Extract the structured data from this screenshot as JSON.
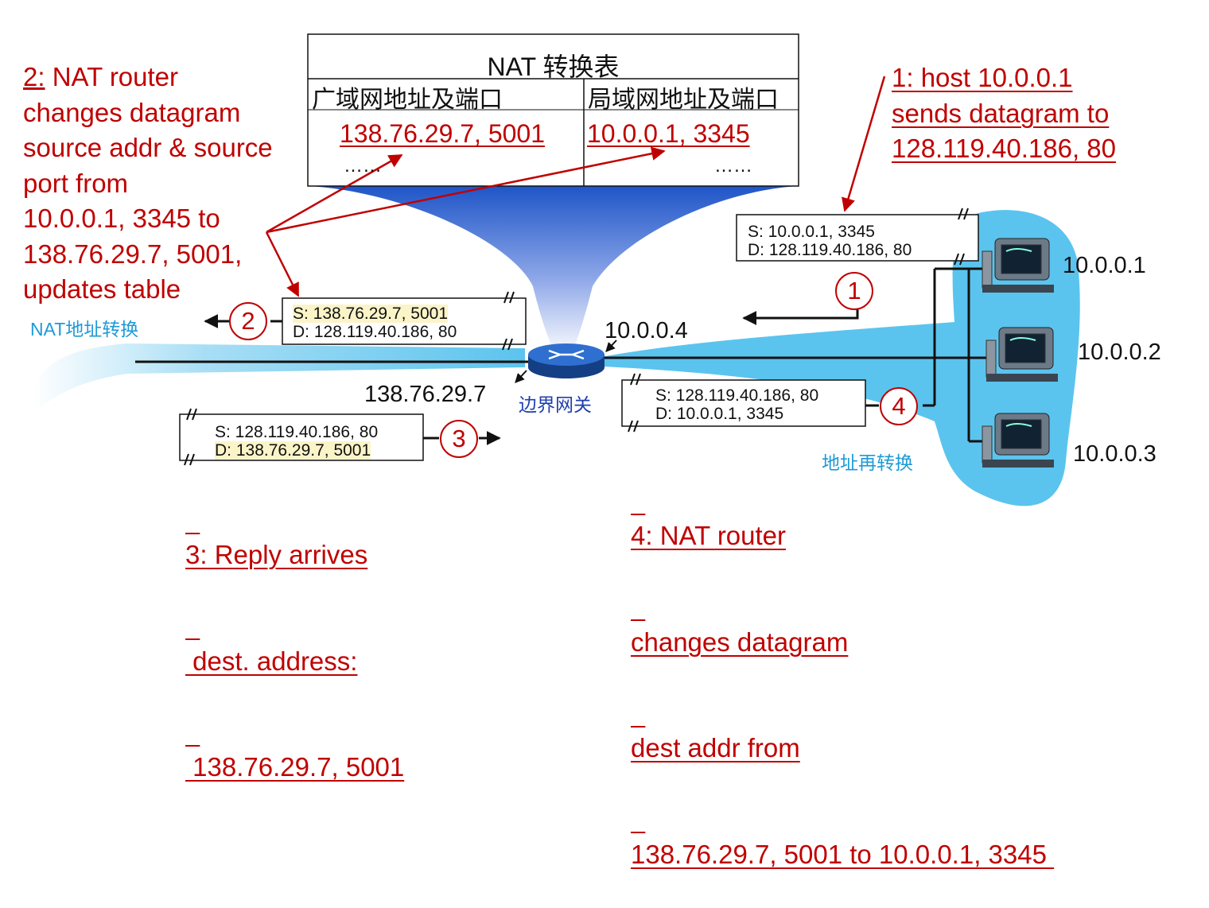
{
  "nat_table": {
    "title": "NAT 转换表",
    "col_wan": "广域网地址及端口",
    "col_lan": "局域网地址及端口",
    "row_wan": "138.76.29.7, 5001",
    "row_lan": "10.0.0.1, 3345",
    "more_wan": "……",
    "more_lan": "……"
  },
  "step1": {
    "lines": [
      "1: host 10.0.0.1 ",
      "sends datagram to ",
      "128.119.40.186, 80"
    ],
    "datagram_src": "S: 10.0.0.1, 3345",
    "datagram_dst": "D: 128.119.40.186, 80",
    "circle": "1"
  },
  "step2": {
    "lines": [
      "2: NAT router",
      "changes datagram",
      "source addr & source",
      "port from",
      "10.0.0.1, 3345 to",
      "138.76.29.7, 5001,",
      "updates table"
    ],
    "datagram_src": "S: 138.76.29.7, 5001",
    "datagram_dst": "D: 128.119.40.186, 80",
    "circle": "2",
    "caption": "NAT地址转换"
  },
  "step3": {
    "lines": [
      "3: Reply arrives",
      " dest. address:",
      " 138.76.29.7, 5001"
    ],
    "datagram_src": "S: 128.119.40.186, 80",
    "datagram_dst": "D: 138.76.29.7, 5001",
    "circle": "3"
  },
  "step4": {
    "lines": [
      "4: NAT router",
      "changes datagram",
      "dest addr from",
      "138.76.29.7, 5001 to 10.0.0.1, 3345 "
    ],
    "datagram_src": "S: 128.119.40.186, 80",
    "datagram_dst": "D: 10.0.0.1, 3345",
    "circle": "4",
    "caption": "地址再转换"
  },
  "router": {
    "label": "边界网关",
    "public_ip": "138.76.29.7",
    "private_ip": "10.0.0.4"
  },
  "hosts": [
    "10.0.0.1",
    "10.0.0.2",
    "10.0.0.3"
  ],
  "colors": {
    "annotation": "#c00000",
    "caption": "#1e9ad6",
    "lan_cloud": "#5bc4ee",
    "router": "#1f5fb8"
  }
}
